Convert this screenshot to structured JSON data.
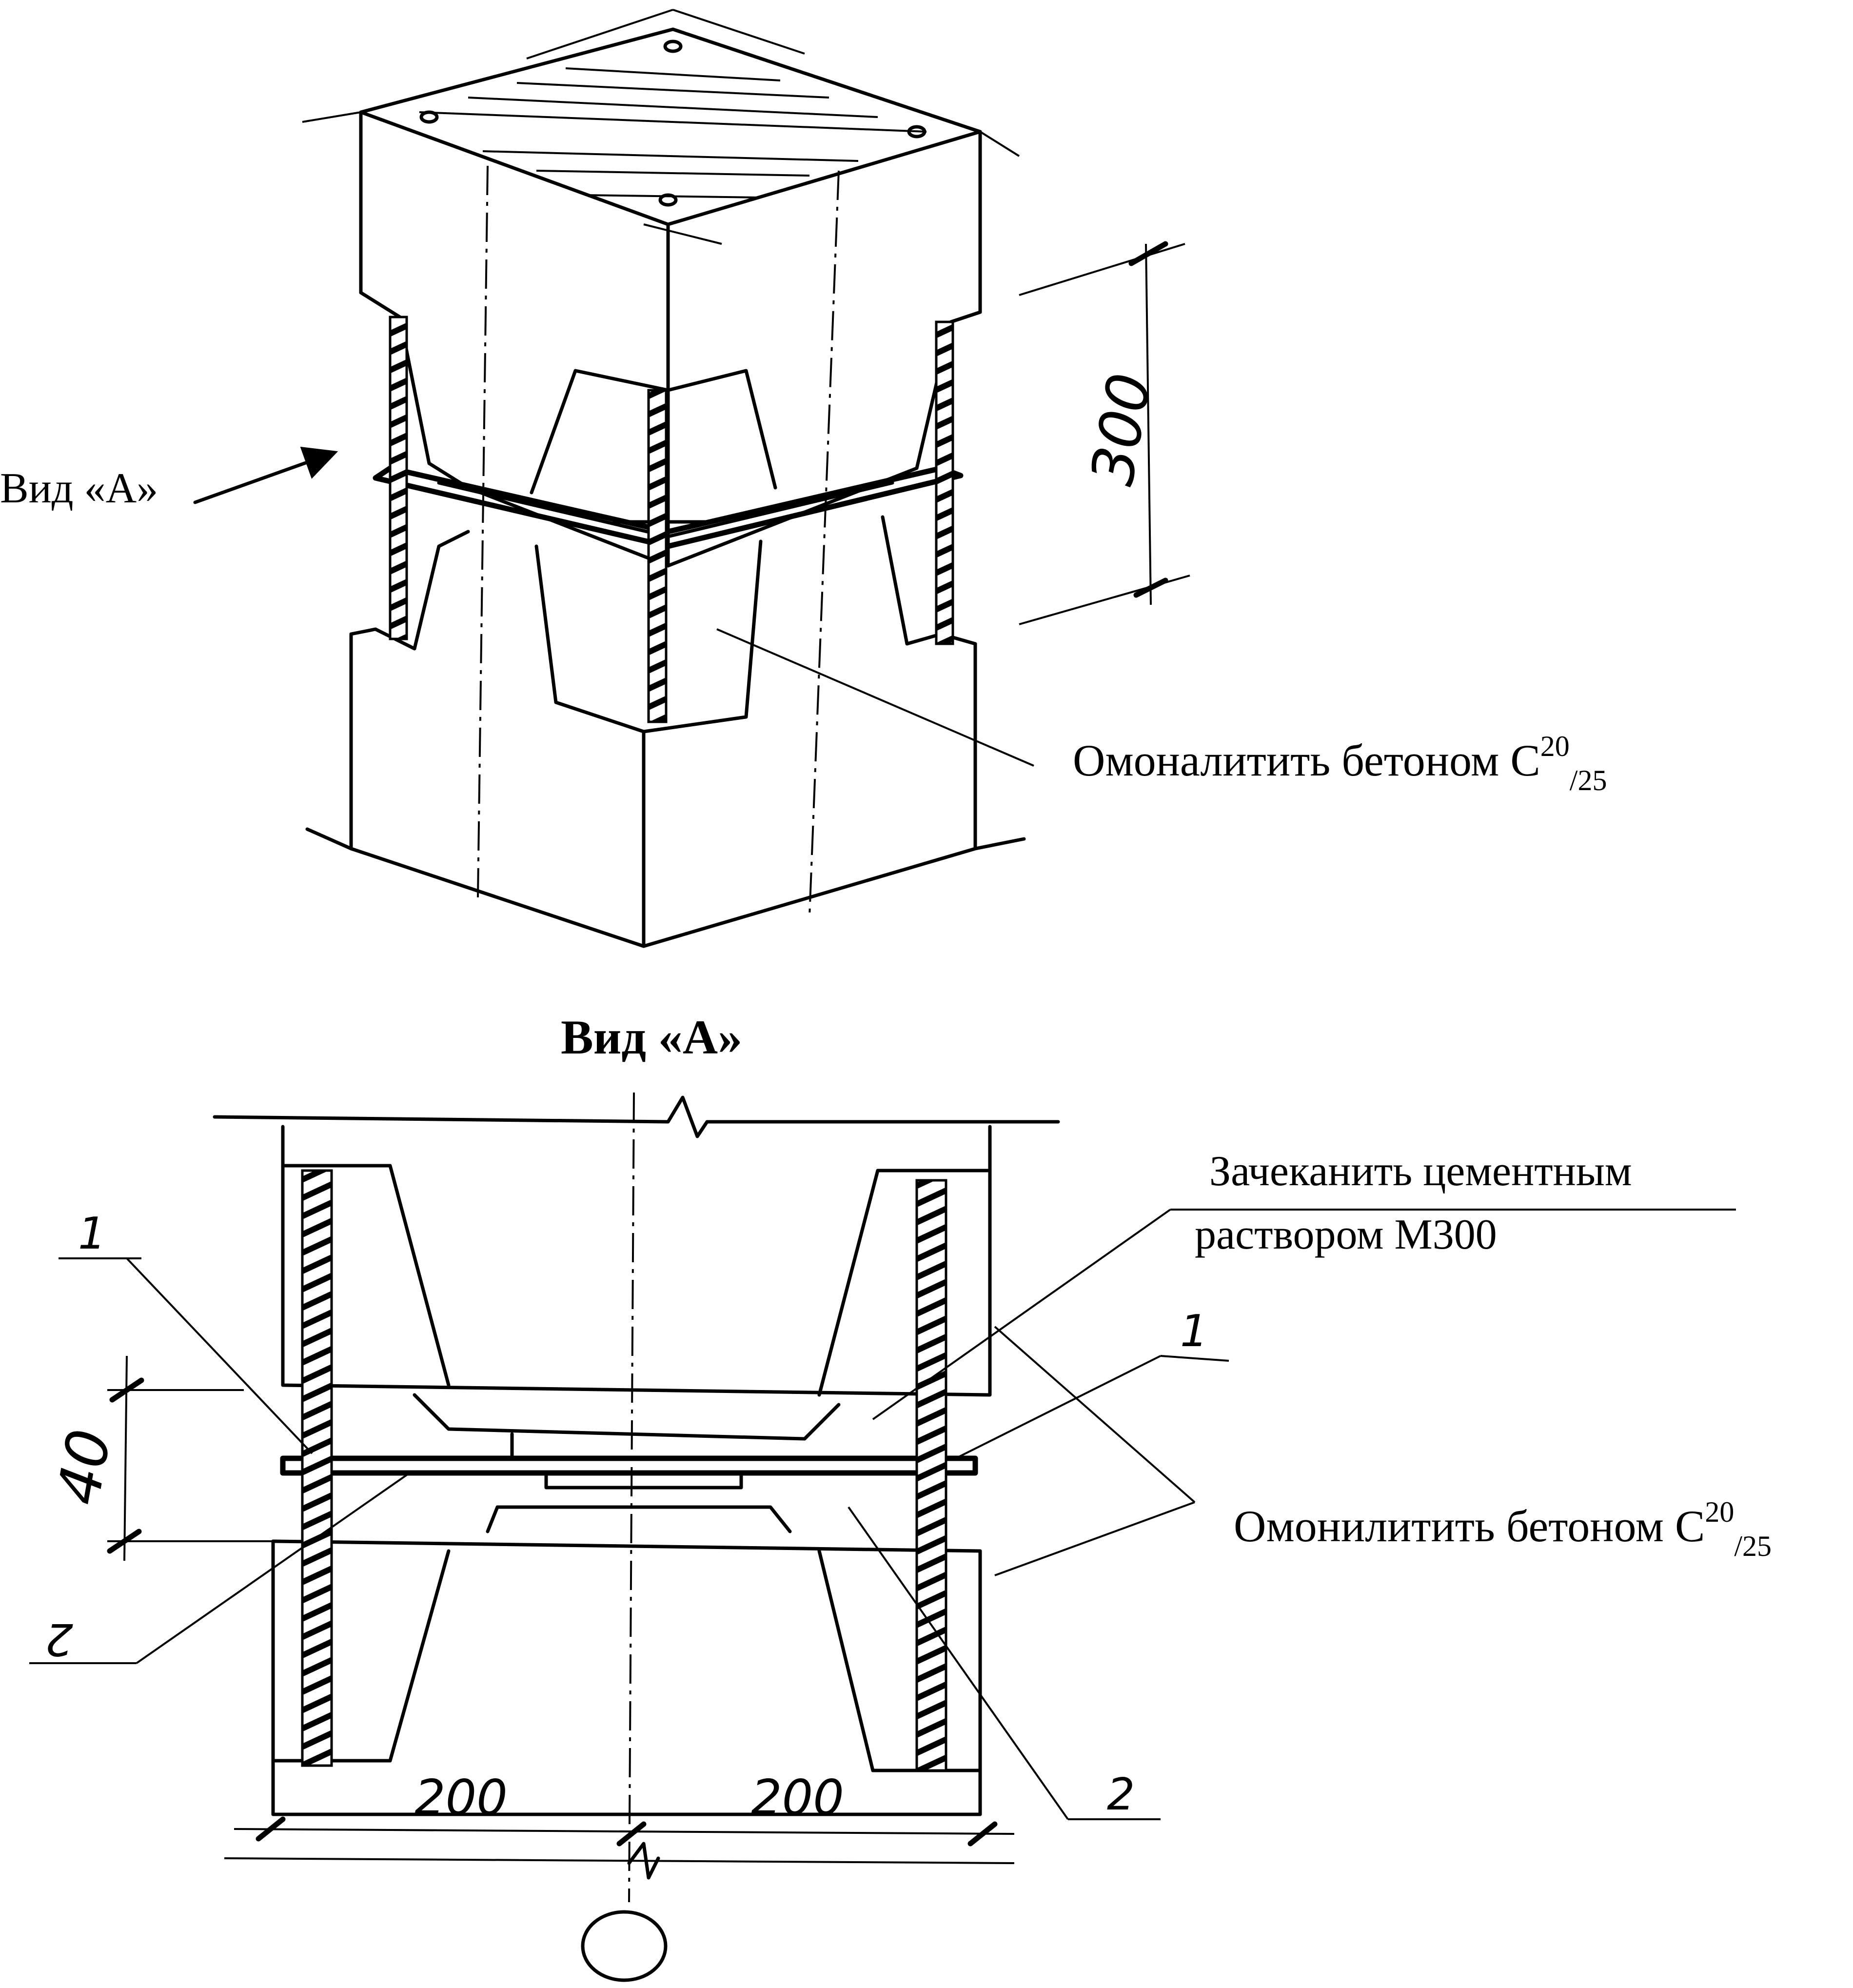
{
  "top_view": {
    "view_label": "Вид «А»",
    "dimension_height": "300",
    "note_concrete": "Омоналитить бетоном С",
    "note_concrete_sup": "20",
    "note_concrete_sub": "/25"
  },
  "section_view": {
    "title": "Вид «А»",
    "note_mortar_line1": "Зачеканить цементным",
    "note_mortar_line2": "раствором М300",
    "note_concrete": "Омонилитить бетоном С",
    "note_concrete_sup": "20",
    "note_concrete_sub": "/25",
    "dimension_gap": "40",
    "dimension_left": "200",
    "dimension_right": "200",
    "callouts": [
      "1",
      "1",
      "2",
      "2"
    ]
  },
  "colors": {
    "ink": "#000000",
    "paper": "#ffffff"
  }
}
